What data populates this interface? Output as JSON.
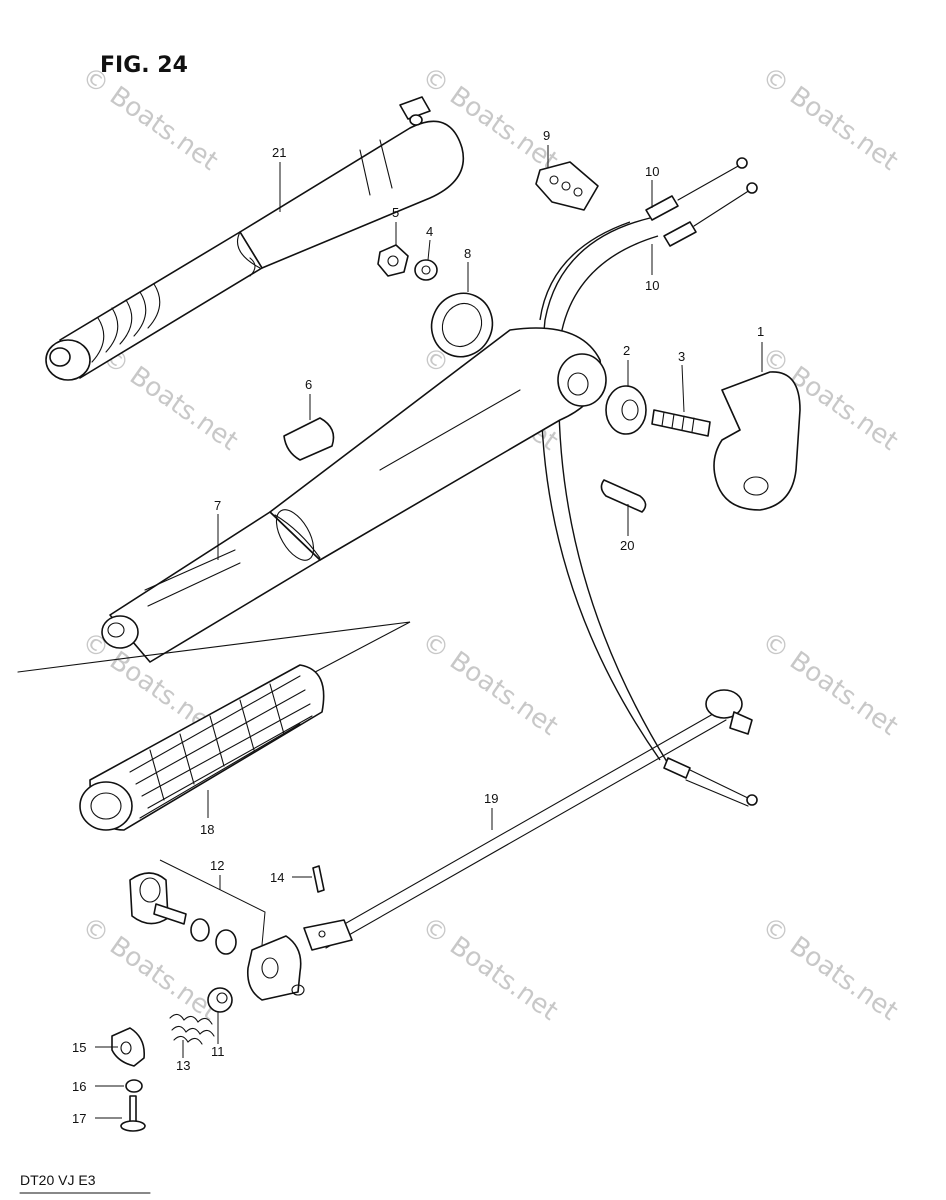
{
  "figure": {
    "title": "FIG. 24",
    "model_code": "DT20 VJ E3"
  },
  "watermark": {
    "text": "© Boats.net"
  },
  "callouts": [
    {
      "id": "1",
      "label": "1"
    },
    {
      "id": "2",
      "label": "2"
    },
    {
      "id": "3",
      "label": "3"
    },
    {
      "id": "4",
      "label": "4"
    },
    {
      "id": "5",
      "label": "5"
    },
    {
      "id": "6",
      "label": "6"
    },
    {
      "id": "7",
      "label": "7"
    },
    {
      "id": "8",
      "label": "8"
    },
    {
      "id": "9",
      "label": "9"
    },
    {
      "id": "10a",
      "label": "10"
    },
    {
      "id": "10b",
      "label": "10"
    },
    {
      "id": "11",
      "label": "11"
    },
    {
      "id": "12",
      "label": "12"
    },
    {
      "id": "13",
      "label": "13"
    },
    {
      "id": "14",
      "label": "14"
    },
    {
      "id": "15",
      "label": "15"
    },
    {
      "id": "16",
      "label": "16"
    },
    {
      "id": "17",
      "label": "17"
    },
    {
      "id": "18",
      "label": "18"
    },
    {
      "id": "19",
      "label": "19"
    },
    {
      "id": "20",
      "label": "20"
    },
    {
      "id": "21",
      "label": "21"
    }
  ]
}
